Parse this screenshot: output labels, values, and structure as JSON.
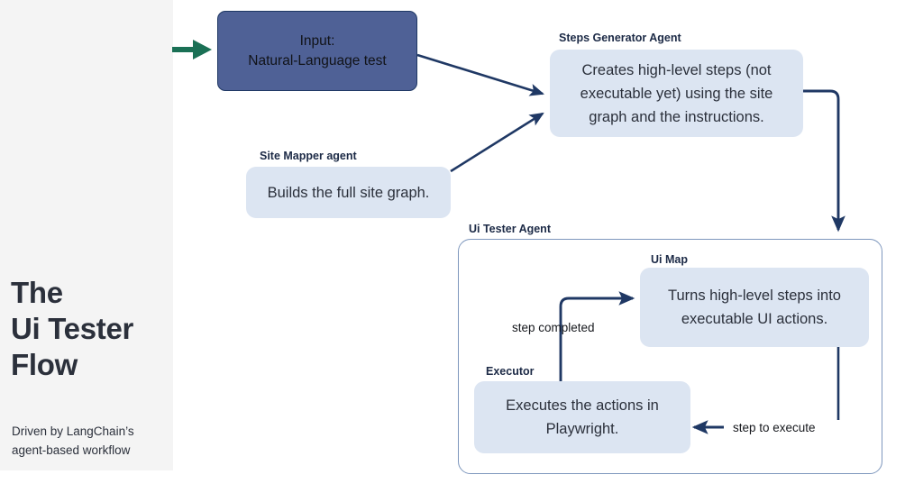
{
  "sidebar": {
    "title": "The\nUi Tester\nFlow",
    "title_lines": [
      "The",
      "Ui Tester",
      "Flow"
    ],
    "subtitle": "Driven by LangChain’s agent-based workflow",
    "background_color": "#f4f4f4",
    "text_color": "#2b303b"
  },
  "diagram": {
    "type": "flowchart",
    "nodes": [
      {
        "id": "input",
        "label": "Input:\nNatural-Language test",
        "line1": "Input:",
        "line2": "Natural-Language test",
        "fill": "#4f6196",
        "border": "#1f3864",
        "style": "dark"
      },
      {
        "id": "steps-generator",
        "group_label": "Steps Generator Agent",
        "text": "Creates high-level steps (not executable yet) using the site graph and the instructions.",
        "fill": "#dce5f2",
        "style": "light"
      },
      {
        "id": "site-mapper",
        "group_label": "Site Mapper agent",
        "text": "Builds the full site graph.",
        "fill": "#dce5f2",
        "style": "light"
      },
      {
        "id": "ui-map",
        "group_label": "Ui Map",
        "text": "Turns high-level steps into executable UI actions.",
        "fill": "#dce5f2",
        "style": "light"
      },
      {
        "id": "executor",
        "group_label": "Executor",
        "text": "Executes the actions in Playwright.",
        "fill": "#dce5f2",
        "style": "light"
      }
    ],
    "container": {
      "id": "ui-tester-agent",
      "label": "Ui Tester Agent",
      "border_color": "#7e97bd"
    },
    "edges": [
      {
        "id": "start-arrow",
        "label": "",
        "color": "#1a7055",
        "from": "start",
        "to": "input"
      },
      {
        "id": "input-to-steps",
        "label": "",
        "color": "#1f3864",
        "from": "input",
        "to": "steps-generator"
      },
      {
        "id": "sitemap-to-steps",
        "label": "",
        "color": "#1f3864",
        "from": "site-mapper",
        "to": "steps-generator"
      },
      {
        "id": "steps-to-tester",
        "label": "",
        "color": "#1f3864",
        "from": "steps-generator",
        "to": "ui-tester-agent"
      },
      {
        "id": "executor-to-uimap",
        "label": "step completed",
        "color": "#1f3864",
        "from": "executor",
        "to": "ui-map"
      },
      {
        "id": "uimap-to-executor",
        "label": "step to execute",
        "color": "#1f3864",
        "from": "ui-map",
        "to": "executor"
      }
    ],
    "edge_labels": {
      "step_completed": "step completed",
      "step_to_execute": "step to execute"
    },
    "colors": {
      "arrow_navy": "#1f3864",
      "arrow_green": "#1a7055",
      "light_blue": "#dce5f2",
      "dark_blue": "#4f6196",
      "container_border": "#7e97bd",
      "canvas": "#ffffff"
    }
  }
}
